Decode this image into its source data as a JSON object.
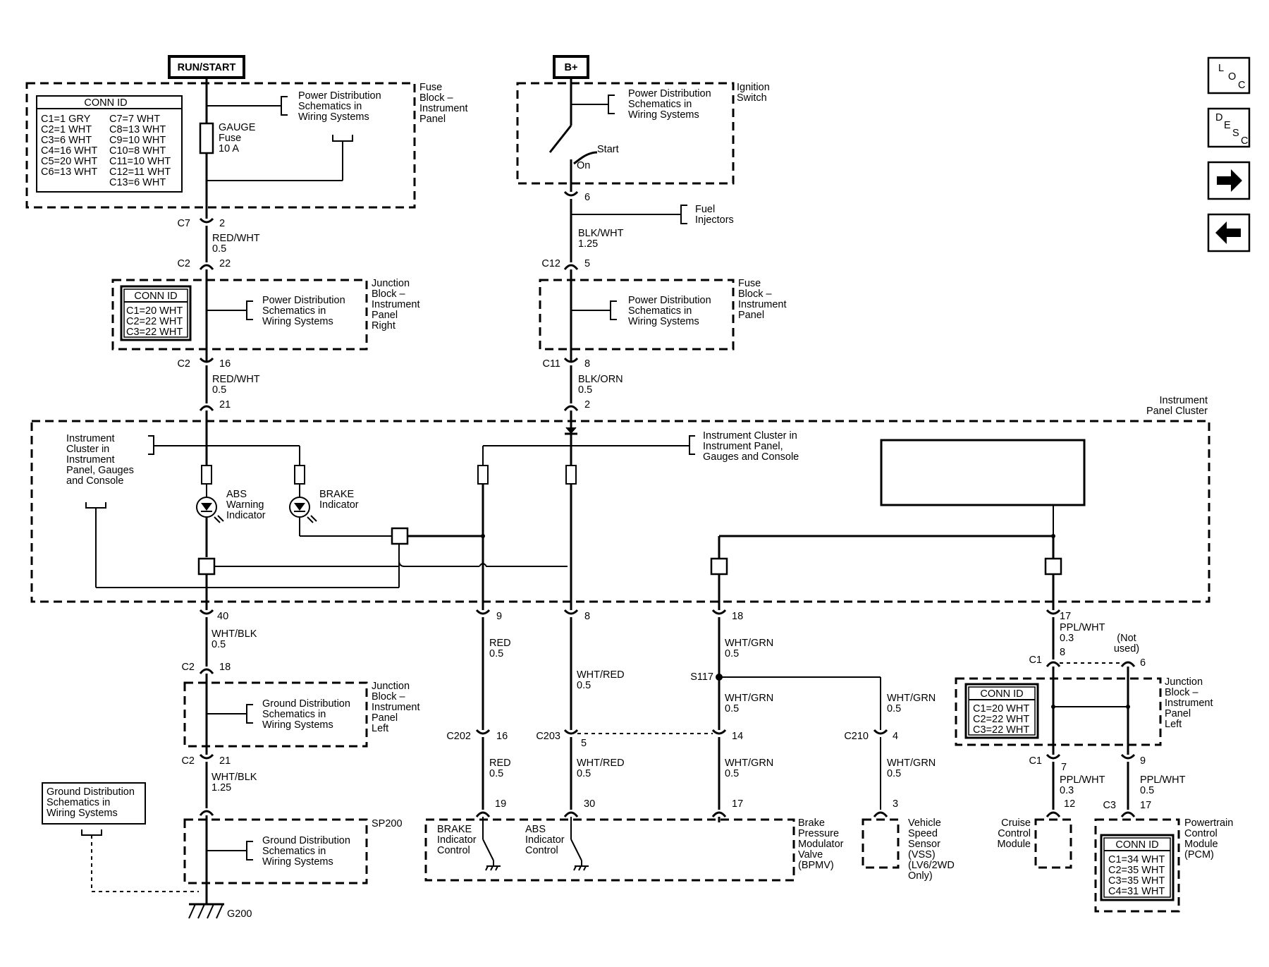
{
  "power_sources": {
    "run_start": "RUN/START",
    "b_plus": "B+"
  },
  "fuse_block_ip": {
    "label_lines": [
      "Fuse",
      "Block –",
      "Instrument",
      "Panel"
    ],
    "conn_title": "CONN ID",
    "conn_left": [
      "C1=1 GRY",
      "C2=1 WHT",
      "C3=6 WHT",
      "C4=16 WHT",
      "C5=20 WHT",
      "C6=13 WHT"
    ],
    "conn_right": [
      "C7=7 WHT",
      "C8=13 WHT",
      "C9=10 WHT",
      "C10=8 WHT",
      "C11=10 WHT",
      "C12=11 WHT",
      "C13=6 WHT"
    ],
    "fuse_lines": [
      "GAUGE",
      "Fuse",
      "10 A"
    ],
    "ref_lines": [
      "Power Distribution",
      "Schematics in",
      "Wiring Systems"
    ]
  },
  "ignition_switch": {
    "label_lines": [
      "Ignition",
      "Switch"
    ],
    "ref_lines": [
      "Power Distribution",
      "Schematics in",
      "Wiring Systems"
    ],
    "start": "Start",
    "on": "On"
  },
  "fuel_injectors": [
    "Fuel",
    "Injectors"
  ],
  "jb_ip_right": {
    "label_lines": [
      "Junction",
      "Block –",
      "Instrument",
      "Panel",
      "Right"
    ],
    "conn_title": "CONN ID",
    "conn": [
      "C1=20 WHT",
      "C2=22 WHT",
      "C3=22 WHT"
    ],
    "ref_lines": [
      "Power Distribution",
      "Schematics in",
      "Wiring Systems"
    ]
  },
  "fuse_block_ip_2": {
    "label_lines": [
      "Fuse",
      "Block –",
      "Instrument",
      "Panel"
    ],
    "ref_lines": [
      "Power Distribution",
      "Schematics in",
      "Wiring Systems"
    ]
  },
  "left_wire": {
    "c7": "C7",
    "c7_pin": "2",
    "wire1": [
      "RED/WHT",
      "0.5"
    ],
    "c2a": "C2",
    "c2a_pin": "22",
    "c2b": "C2",
    "c2b_pin": "16",
    "wire2": [
      "RED/WHT",
      "0.5"
    ],
    "ipc_pin": "21"
  },
  "right_wire": {
    "sw_pin": "6",
    "wire1": [
      "BLK/WHT",
      "1.25"
    ],
    "c12": "C12",
    "c12_pin": "5",
    "c11": "C11",
    "c11_pin": "8",
    "wire2": [
      "BLK/ORN",
      "0.5"
    ],
    "ipc_pin": "2"
  },
  "cluster": {
    "label_lines": [
      "Instrument",
      "Panel Cluster"
    ],
    "ref_left": [
      "Instrument",
      "Cluster in",
      "Instrument",
      "Panel, Gauges",
      "and Console"
    ],
    "ref_right": [
      "Instrument Cluster in",
      "Instrument Panel,",
      "Gauges and Console"
    ],
    "abs_lines": [
      "ABS",
      "Warning",
      "Indicator"
    ],
    "brake_lines": [
      "BRAKE",
      "Indicator"
    ]
  },
  "outputs": {
    "p40": "40",
    "w40": [
      "WHT/BLK",
      "0.5"
    ],
    "c2_18": "C2",
    "p18a": "18",
    "c2_21": "C2",
    "p21": "21",
    "w40b": [
      "WHT/BLK",
      "1.25"
    ],
    "p9": "9",
    "w9": [
      "RED",
      "0.5"
    ],
    "c202": "C202",
    "p16": "16",
    "w9b": [
      "RED",
      "0.5"
    ],
    "p19": "19",
    "p8": "8",
    "w8": [
      "WHT/RED",
      "0.5"
    ],
    "c203": "C203",
    "p5": "5",
    "w8b": [
      "WHT/RED",
      "0.5"
    ],
    "p30": "30",
    "p18": "18",
    "w18": [
      "WHT/GRN",
      "0.5"
    ],
    "s117": "S117",
    "w18b": [
      "WHT/GRN",
      "0.5"
    ],
    "p14": "14",
    "w18c": [
      "WHT/GRN",
      "0.5"
    ],
    "p17b": "17",
    "w18d": [
      "WHT/GRN",
      "0.5"
    ],
    "c210": "C210",
    "p4": "4",
    "w18e": [
      "WHT/GRN",
      "0.5"
    ],
    "p3": "3",
    "p17": "17",
    "w17": [
      "PPL/WHT",
      "0.3"
    ],
    "c1a": "C1",
    "p8b": "8",
    "not_used": [
      "(Not",
      "used)"
    ],
    "p6": "6",
    "c1b": "C1",
    "p7": "7",
    "p9b": "9",
    "w17b": [
      "PPL/WHT",
      "0.3"
    ],
    "w17c": [
      "PPL/WHT",
      "0.5"
    ],
    "p12": "12",
    "c3": "C3",
    "p17c": "17"
  },
  "jb_ip_left": {
    "label_lines": [
      "Junction",
      "Block –",
      "Instrument",
      "Panel",
      "Left"
    ],
    "ref_lines": [
      "Ground Distribution",
      "Schematics in",
      "Wiring Systems"
    ]
  },
  "jb_ip_left_2": {
    "label_lines": [
      "Junction",
      "Block –",
      "Instrument",
      "Panel",
      "Left"
    ],
    "conn_title": "CONN ID",
    "conn": [
      "C1=20 WHT",
      "C2=22 WHT",
      "C3=22 WHT"
    ]
  },
  "ground": {
    "sp200": "SP200",
    "ref_lines": [
      "Ground Distribution",
      "Schematics in",
      "Wiring Systems"
    ],
    "box_lines": [
      "Ground Distribution",
      "Schematics in",
      "Wiring Systems"
    ],
    "g200": "G200"
  },
  "bpmv": {
    "label_lines": [
      "Brake",
      "Pressure",
      "Modulator",
      "Valve",
      "(BPMV)"
    ],
    "brake_ctrl": [
      "BRAKE",
      "Indicator",
      "Control"
    ],
    "abs_ctrl": [
      "ABS",
      "Indicator",
      "Control"
    ]
  },
  "vss": {
    "label_lines": [
      "Vehicle",
      "Speed",
      "Sensor",
      "(VSS)",
      "(LV6/2WD",
      "Only)"
    ]
  },
  "cruise": {
    "label_lines": [
      "Cruise",
      "Control",
      "Module"
    ]
  },
  "pcm": {
    "label_lines": [
      "Powertrain",
      "Control",
      "Module",
      "(PCM)"
    ],
    "conn_title": "CONN ID",
    "conn": [
      "C1=34 WHT",
      "C2=35 WHT",
      "C3=35 WHT",
      "C4=31 WHT"
    ]
  },
  "nav": {
    "loc": [
      "L",
      "O",
      "C"
    ],
    "desc": [
      "D",
      "E",
      "S",
      "C"
    ]
  }
}
